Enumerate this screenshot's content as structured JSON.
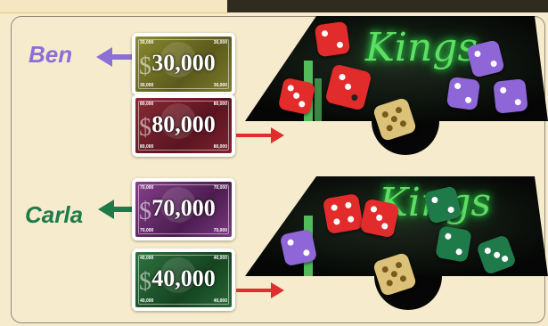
{
  "players": [
    {
      "name": "Ben",
      "color": "#8c6fd6",
      "bills": [
        {
          "amount": "30,000",
          "color": "#6b6a22",
          "corner": "30,000"
        },
        {
          "amount": "80,000",
          "color": "#6e1b26",
          "corner": "80,000"
        }
      ]
    },
    {
      "name": "Carla",
      "color": "#1f7a4a",
      "bills": [
        {
          "amount": "70,000",
          "color": "#6a2c6d",
          "corner": "70,000"
        },
        {
          "amount": "40,000",
          "color": "#1f5a2e",
          "corner": "40,000"
        }
      ]
    }
  ],
  "boards": [
    {
      "title": "Kings"
    },
    {
      "title": "Kings"
    }
  ],
  "colors": {
    "red_die": "#e22b2b",
    "purple_die": "#8e66d8",
    "green_die": "#1f7a4a",
    "gold_die": "#dcc278",
    "arrow": "#e02e2e",
    "background": "#f6eccd"
  }
}
